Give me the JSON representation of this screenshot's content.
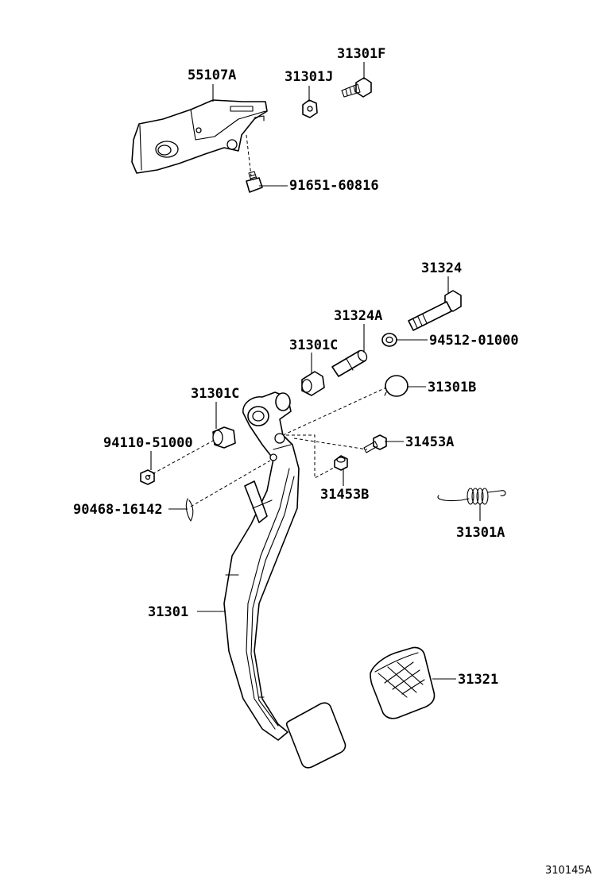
{
  "labels": {
    "p55107A": "55107A",
    "p31301J": "31301J",
    "p31301F": "31301F",
    "p91651": "91651-60816",
    "p31324": "31324",
    "p31324A": "31324A",
    "p94512": "94512-01000",
    "p31301C_a": "31301C",
    "p31301C_b": "31301C",
    "p31301B": "31301B",
    "p94110": "94110-51000",
    "p31453A": "31453A",
    "p31453B": "31453B",
    "p90468": "90468-16142",
    "p31301A": "31301A",
    "p31301": "31301",
    "p31321": "31321"
  },
  "diagram_code": "310145A"
}
